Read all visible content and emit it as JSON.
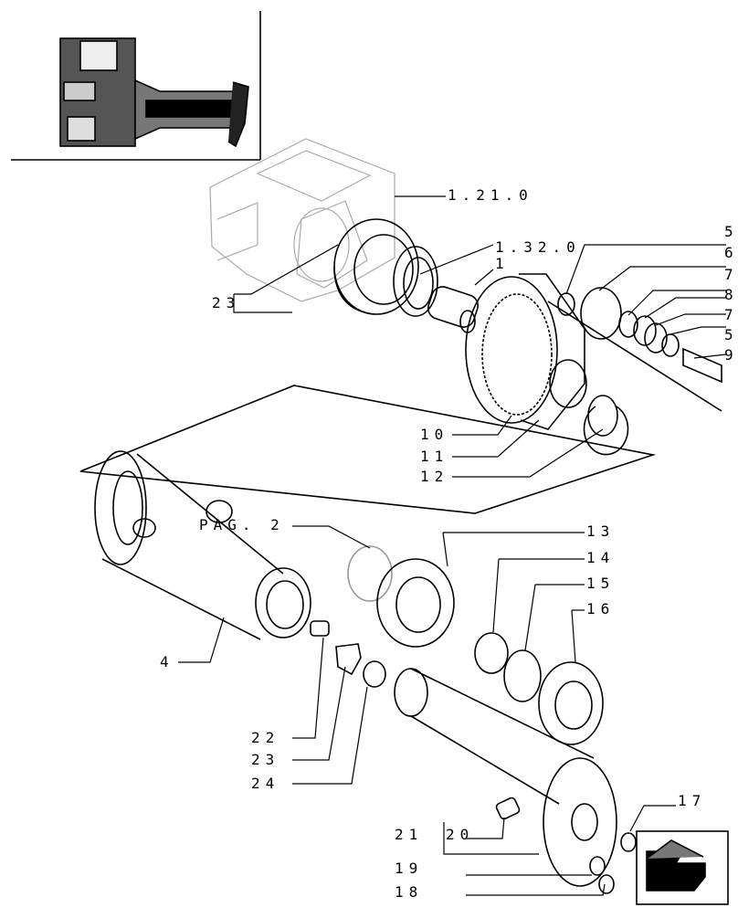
{
  "diagram": {
    "refs": {
      "ref_1_21_0": "1.21.0",
      "ref_1_32_0": "1.32.0",
      "ref_pag_2": "PAG. 2",
      "ref_23_top": "23",
      "ref_21": "21",
      "ref_20": "20"
    },
    "callouts": {
      "c1": "1",
      "c4": "4",
      "c5a": "5",
      "c6": "6",
      "c7a": "7",
      "c8": "8",
      "c7b": "7",
      "c5b": "5",
      "c9": "9",
      "c10": "10",
      "c11": "11",
      "c12": "12",
      "c13": "13",
      "c14": "14",
      "c15": "15",
      "c16": "16",
      "c17": "17",
      "c18": "18",
      "c19": "19",
      "c22": "22",
      "c23": "23",
      "c24": "24"
    },
    "icons": [
      "transmission-thumbnail-icon",
      "next-page-arrow-icon"
    ]
  }
}
